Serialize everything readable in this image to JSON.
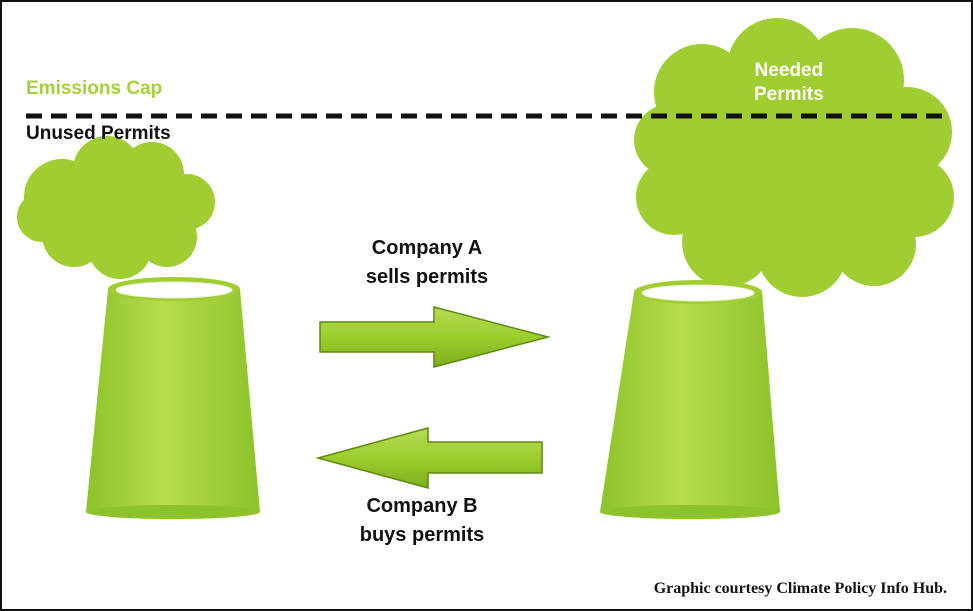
{
  "colors": {
    "green": "#9fcd32",
    "green_light": "#b4dd4a",
    "green_dark": "#6f9a1c",
    "cap_label": "#a5d13a",
    "dash": "#111111"
  },
  "labels": {
    "emissions_cap": "Emissions Cap",
    "unused_permits": "Unused Permits",
    "needed_permits_line1": "Needed",
    "needed_permits_line2": "Permits",
    "company_a_line1": "Company A",
    "company_a_line2": "sells permits",
    "company_b_line1": "Company B",
    "company_b_line2": "buys permits",
    "credit": "Graphic courtesy Climate Policy Info Hub."
  },
  "diagram": {
    "left_tower": "company-a-smokestack",
    "right_tower": "company-b-smokestack",
    "top_arrow": "arrow-right",
    "bottom_arrow": "arrow-left"
  }
}
